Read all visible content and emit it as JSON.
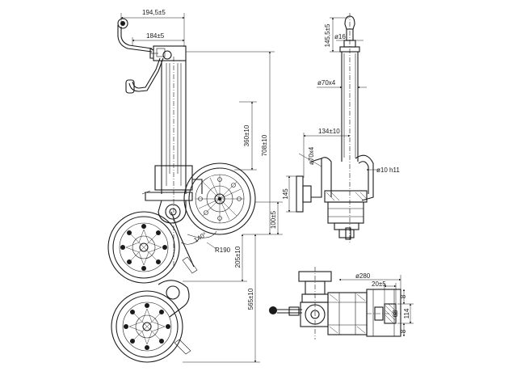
{
  "dimensions": {
    "d_194": "194,5±5",
    "d_184": "184±5",
    "d_360": "360±10",
    "d_708": "708±10",
    "d_100": "100±5",
    "d_205": "205±10",
    "d_565": "565±10",
    "d_140": "140°",
    "d_R190": "R190",
    "d_145_5": "145,5±5",
    "d_o16": "ø16",
    "d_o70x4a": "ø70x4",
    "d_134": "134±10",
    "d_o70x4b": "ø70x4",
    "d_o10": "ø10 h11",
    "d_145": "145",
    "d_o280": "ø280",
    "d_20": "20±5",
    "d_8a": "8",
    "d_68": "68",
    "d_114": "114",
    "d_8b": "8"
  },
  "colors": {
    "line": "#1a1a1a",
    "background": "#ffffff"
  }
}
